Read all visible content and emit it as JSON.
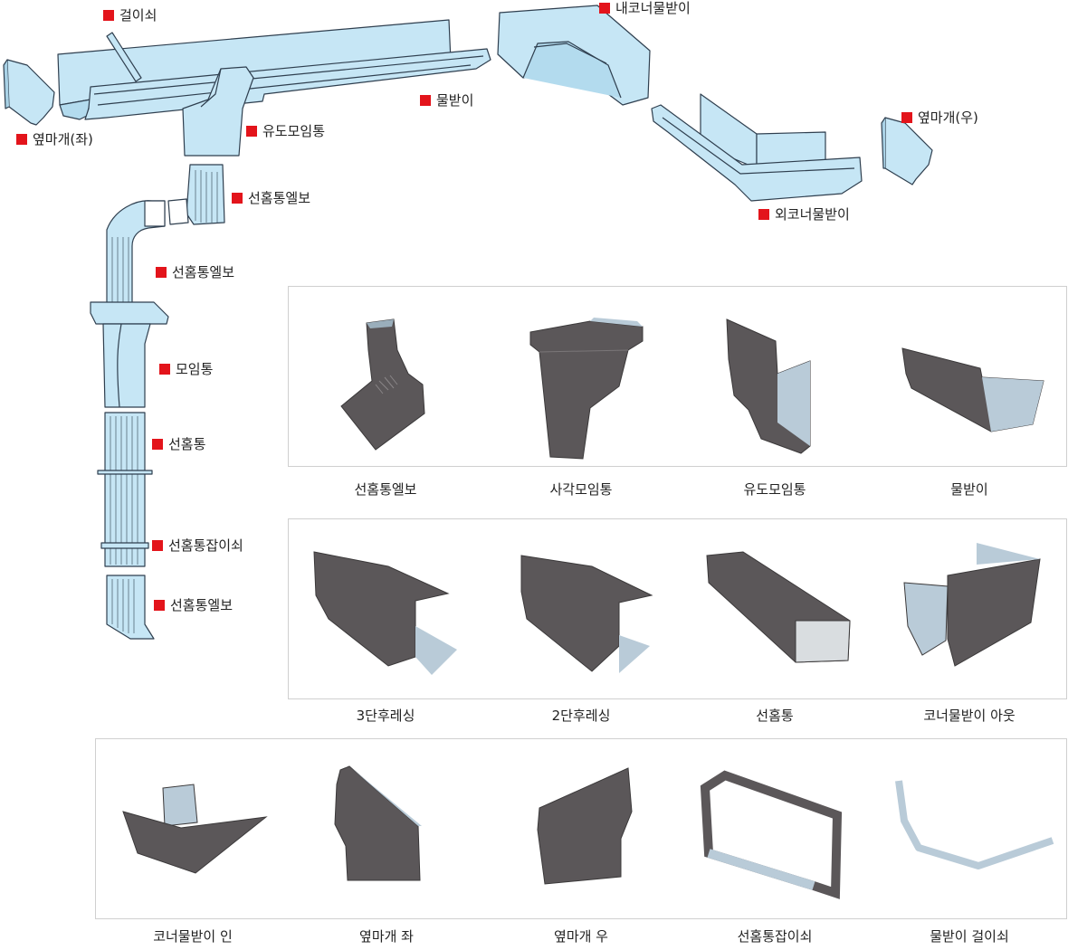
{
  "diagram_labels": {
    "hook": "걸이쇠",
    "inner_corner": "내코너물받이",
    "end_cap_left": "옆마개(좌)",
    "gutter": "물받이",
    "outlet_box": "유도모임통",
    "end_cap_right": "옆마개(우)",
    "elbow_top": "선홈통엘보",
    "outer_corner": "외코너물받이",
    "elbow_mid": "선홈통엘보",
    "collector": "모임통",
    "downpipe": "선홈통",
    "pipe_clamp": "선홈통잡이쇠",
    "elbow_bottom": "선홈통엘보"
  },
  "products": [
    {
      "name": "선홈통엘보",
      "icon": "elbow-icon"
    },
    {
      "name": "사각모임통",
      "icon": "square-collector-icon"
    },
    {
      "name": "유도모임통",
      "icon": "outlet-box-icon"
    },
    {
      "name": "물받이",
      "icon": "gutter-icon"
    },
    {
      "name": "3단후레싱",
      "icon": "flashing-3-icon"
    },
    {
      "name": "2단후레싱",
      "icon": "flashing-2-icon"
    },
    {
      "name": "선홈통",
      "icon": "downpipe-icon"
    },
    {
      "name": "코너물받이 아웃",
      "icon": "outer-corner-icon"
    },
    {
      "name": "코너물받이 인",
      "icon": "inner-corner-icon"
    },
    {
      "name": "옆마개 좌",
      "icon": "end-cap-left-icon"
    },
    {
      "name": "옆마개 우",
      "icon": "end-cap-right-icon"
    },
    {
      "name": "선홈통잡이쇠",
      "icon": "pipe-clamp-icon"
    },
    {
      "name": "물받이 걸이쇠",
      "icon": "gutter-hook-icon"
    }
  ],
  "colors": {
    "diagram_fill": "#c6e6f5",
    "diagram_stroke": "#2f3f4f",
    "metal_dark": "#5b5759",
    "metal_light": "#b9cbd8",
    "marker_red": "#e3141b"
  }
}
